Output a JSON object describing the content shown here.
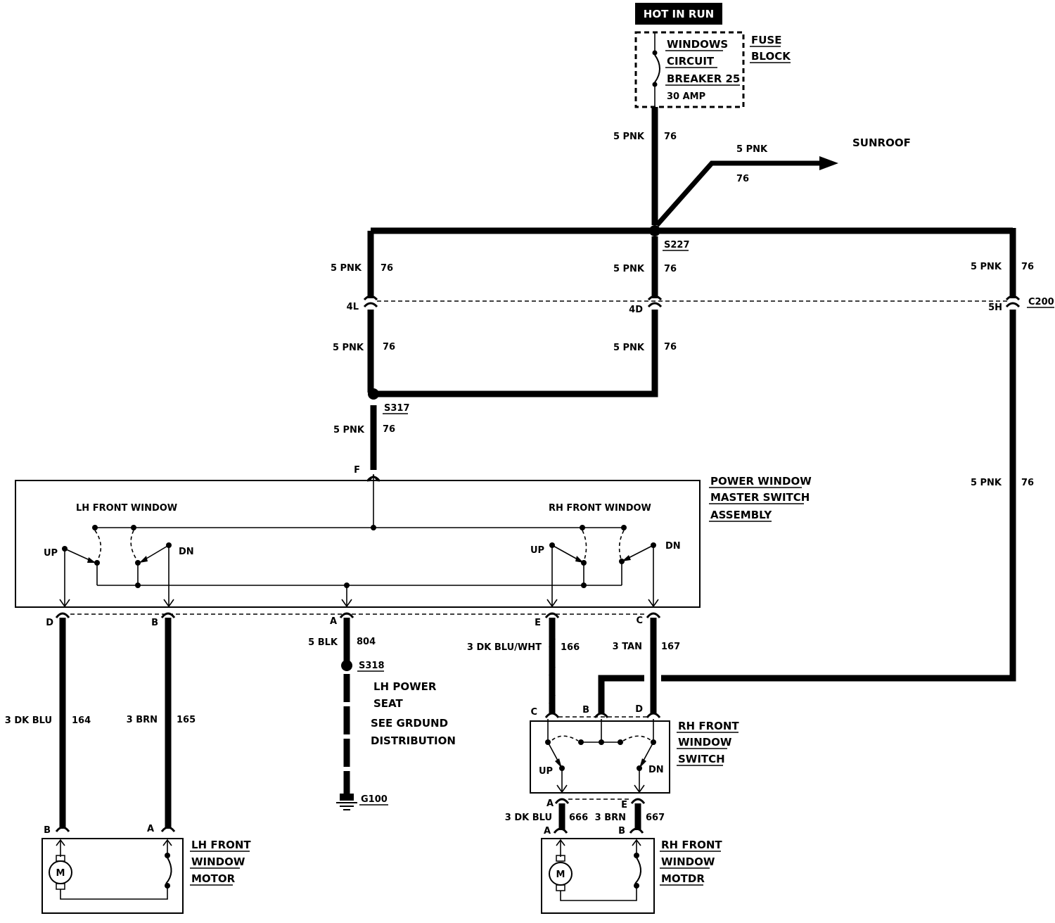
{
  "power_source": {
    "label": "HOT IN RUN"
  },
  "fuse": {
    "line1": "WINDOWS",
    "line2": "CIRCUIT",
    "line3": "BREAKER 25",
    "rating": "30 AMP",
    "block_line1": "FUSE",
    "block_line2": "BLOCK"
  },
  "wires": {
    "pnk_size": "5 PNK",
    "pnk_num": "76",
    "blk_size": "5 BLK",
    "blk_num": "804",
    "dkblu_size": "3 DK BLU",
    "dkblu_num": "164",
    "brn_size": "3 BRN",
    "brn_num": "165",
    "dkbluwht_size": "3 DK BLU/WHT",
    "dkbluwht_num": "166",
    "tan_size": "3 TAN",
    "tan_num": "167",
    "rh_dkblu_size": "3 DK BLU",
    "rh_dkblu_num": "666",
    "rh_brn_size": "3 BRN",
    "rh_brn_num": "667"
  },
  "sunroof": {
    "label": "SUNROOF"
  },
  "splices": {
    "s227": "S227",
    "s317": "S317",
    "s318": "S318",
    "g100": "G100"
  },
  "connector_c200": {
    "name": "C200",
    "pin_4l": "4L",
    "pin_4d": "4D",
    "pin_5h": "5H"
  },
  "master_switch": {
    "title_line1": "POWER WINDOW",
    "title_line2": "MASTER SWITCH",
    "title_line3": "ASSEMBLY",
    "lh_label": "LH FRONT WINDOW",
    "rh_label": "RH FRONT WINDOW",
    "up": "UP",
    "dn": "DN",
    "pin_f": "F",
    "pin_d": "D",
    "pin_b": "B",
    "pin_a": "A",
    "pin_e": "E",
    "pin_c": "C"
  },
  "ground_note": {
    "line1": "LH POWER",
    "line2": "SEAT",
    "line3": "SEE GRDUND",
    "line4": "DISTRIBUTION"
  },
  "rh_switch": {
    "title_line1": "RH FRONT",
    "title_line2": "WINDOW",
    "title_line3": "SWITCH",
    "pin_c": "C",
    "pin_b": "B",
    "pin_d": "D",
    "pin_a": "A",
    "pin_e": "E",
    "up": "UP",
    "dn": "DN"
  },
  "lh_motor": {
    "title_line1": "LH FRONT",
    "title_line2": "WINDOW",
    "title_line3": "MOTOR",
    "pin_b": "B",
    "pin_a": "A",
    "m": "M"
  },
  "rh_motor": {
    "title_line1": "RH FRONT",
    "title_line2": "WINDOW",
    "title_line3": "MOTDR",
    "pin_a": "A",
    "pin_b": "B",
    "m": "M"
  }
}
